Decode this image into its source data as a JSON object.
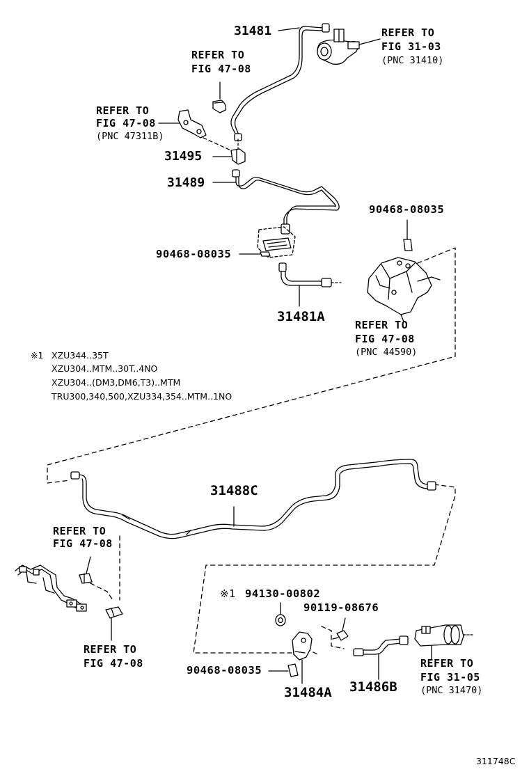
{
  "parts": {
    "p31481": "31481",
    "p31495": "31495",
    "p31489": "31489",
    "p90468_top_right": "90468-08035",
    "p90468_left": "90468-08035",
    "p31481A": "31481A",
    "p31488C": "31488C",
    "p94130": "94130-00802",
    "p94130_mark": "※1",
    "p90119": "90119-08676",
    "p90468_bottom": "90468-08035",
    "p31484A": "31484A",
    "p31486B": "31486B"
  },
  "refs": {
    "ref1": {
      "l1": "REFER TO",
      "l2": "FIG 31-03",
      "l3": "(PNC 31410)"
    },
    "ref2": {
      "l1": "REFER TO",
      "l2": "FIG 47-08"
    },
    "ref3": {
      "l1": "REFER TO",
      "l2": "FIG 47-08",
      "l3": "(PNC 47311B)"
    },
    "ref4": {
      "l1": "REFER TO",
      "l2": "FIG 47-08",
      "l3": "(PNC 44590)"
    },
    "ref5": {
      "l1": "REFER TO",
      "l2": "FIG 47-08"
    },
    "ref6": {
      "l1": "REFER TO",
      "l2": "FIG 47-08"
    },
    "ref7": {
      "l1": "REFER TO",
      "l2": "FIG 31-05",
      "l3": "(PNC 31470)"
    }
  },
  "note": {
    "mark": "※1",
    "lines": [
      "XZU344..35T",
      "XZU304..MTM..30T..4NO",
      "XZU304..(DM3,DM6,T3)..MTM",
      "TRU300,340,500,XZU334,354..MTM..1NO"
    ]
  },
  "figure_code": "311748C"
}
